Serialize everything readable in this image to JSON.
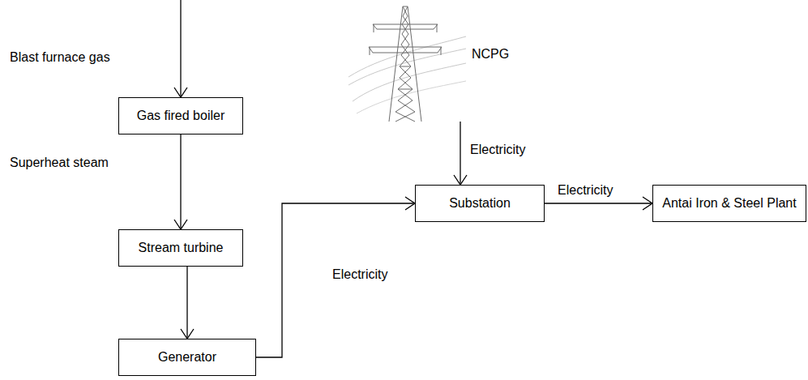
{
  "diagram": {
    "nodes": [
      {
        "text": [
          "Gas fired boiler"
        ]
      },
      {
        "text": [
          "Stream turbine"
        ]
      },
      {
        "text": [
          "Generator"
        ]
      },
      {
        "text": [
          "Substation"
        ]
      },
      {
        "text": [
          "Antai Iron & Steel Plant"
        ]
      }
    ],
    "edges": [
      {
        "from": 0,
        "to": 1,
        "arrow": "to"
      },
      {
        "from": 1,
        "to": 2,
        "arrow": "to"
      },
      {
        "from": 2,
        "to": 3,
        "label": "Electricity",
        "arrow": "to"
      },
      {
        "from": 3,
        "to": 4,
        "label": "Electricity",
        "arrow": "to"
      }
    ],
    "labels": [
      "Blast furnace gas",
      "Superheat steam",
      "NCPG",
      "Electricity"
    ]
  }
}
